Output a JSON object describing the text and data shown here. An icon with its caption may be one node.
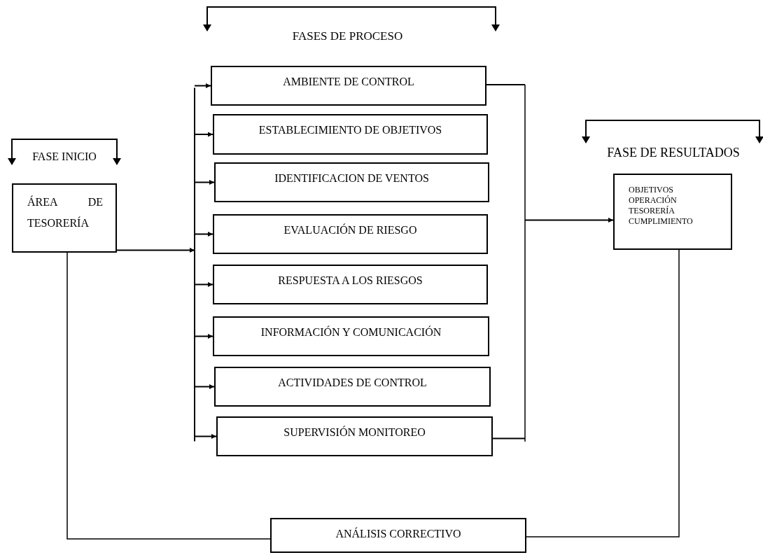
{
  "diagram": {
    "nodes": [
      {
        "text": [
          "ÁREA DE TESORERÍA"
        ],
        "beside": [
          "FASE INICIO"
        ]
      },
      {
        "text": [
          "AMBIENTE DE CONTROL"
        ]
      },
      {
        "text": [
          "ESTABLECIMIENTO DE OBJETIVOS"
        ]
      },
      {
        "text": [
          "IDENTIFICACION DE VENTOS"
        ]
      },
      {
        "text": [
          "EVALUACIÓN DE RIESGO"
        ]
      },
      {
        "text": [
          "RESPUESTA A LOS RIESGOS"
        ]
      },
      {
        "text": [
          "INFORMACIÓN Y COMUNICACIÓN"
        ]
      },
      {
        "text": [
          "ACTIVIDADES DE CONTROL"
        ]
      },
      {
        "text": [
          "SUPERVISIÓN MONITOREO"
        ]
      },
      {
        "text": [
          "OBJETIVOS OPERACIÓN TESORERÍA CUMPLIMIENTO"
        ],
        "beside": [
          "FASE DE RESULTADOS"
        ]
      },
      {
        "text": [
          "ANÁLISIS CORRECTIVO"
        ]
      }
    ],
    "edges": [
      {
        "from": 0,
        "to": 1,
        "arrow": "to"
      },
      {
        "from": 0,
        "to": 2,
        "arrow": "to"
      },
      {
        "from": 0,
        "to": 3,
        "arrow": "to"
      },
      {
        "from": 0,
        "to": 4,
        "arrow": "to"
      },
      {
        "from": 0,
        "to": 5,
        "arrow": "to"
      },
      {
        "from": 0,
        "to": 6,
        "arrow": "to"
      },
      {
        "from": 0,
        "to": 7,
        "arrow": "to"
      },
      {
        "from": 0,
        "to": 8,
        "arrow": "to"
      },
      {
        "from": 1,
        "to": 9,
        "arrow": "to"
      },
      {
        "from": 8,
        "to": 9,
        "arrow": "to"
      },
      {
        "from": 0,
        "to": 10,
        "arrow": "none"
      },
      {
        "from": 9,
        "to": 10,
        "arrow": "none"
      }
    ],
    "labels": [
      "FASES DE PROCESO"
    ]
  }
}
